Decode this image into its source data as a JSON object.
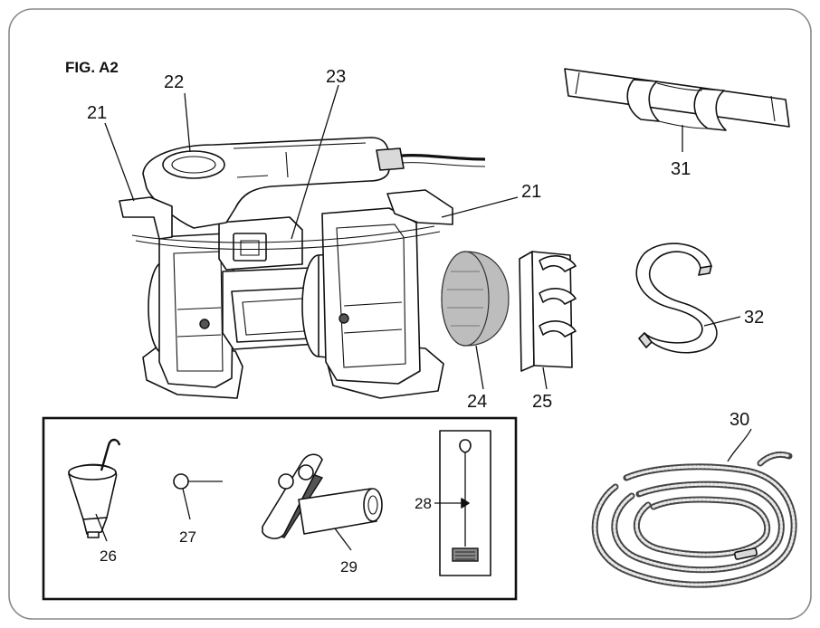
{
  "figure": {
    "title": "FIG. A2"
  },
  "labels": {
    "p21_left": "21",
    "p22": "22",
    "p23": "23",
    "p21_right": "21",
    "p31": "31",
    "p32": "32",
    "p24": "24",
    "p25": "25",
    "p30": "30",
    "p26": "26",
    "p27": "27",
    "p28": "28",
    "p29": "29"
  }
}
